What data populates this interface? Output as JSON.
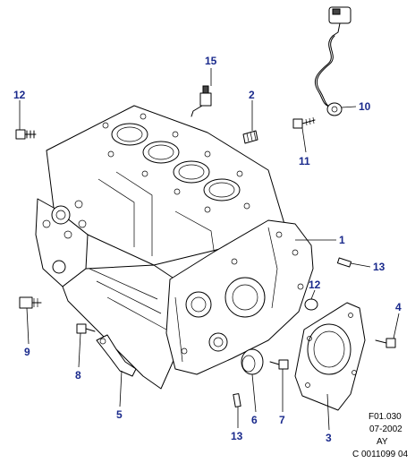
{
  "callouts": {
    "c1": "1",
    "c2": "2",
    "c3": "3",
    "c4": "4",
    "c5": "5",
    "c6": "6",
    "c7": "7",
    "c8": "8",
    "c9": "9",
    "c10": "10",
    "c11": "11",
    "c12a": "12",
    "c12b": "12",
    "c13a": "13",
    "c13b": "13",
    "c15": "15"
  },
  "drawing_info": {
    "figure_code": "F01.030",
    "date": "07-2002",
    "initials": "AY",
    "catalog_number": "C 0011099 04"
  },
  "colors": {
    "callout_text": "#1a2a8c",
    "line_art": "#000000",
    "background": "#ffffff"
  }
}
